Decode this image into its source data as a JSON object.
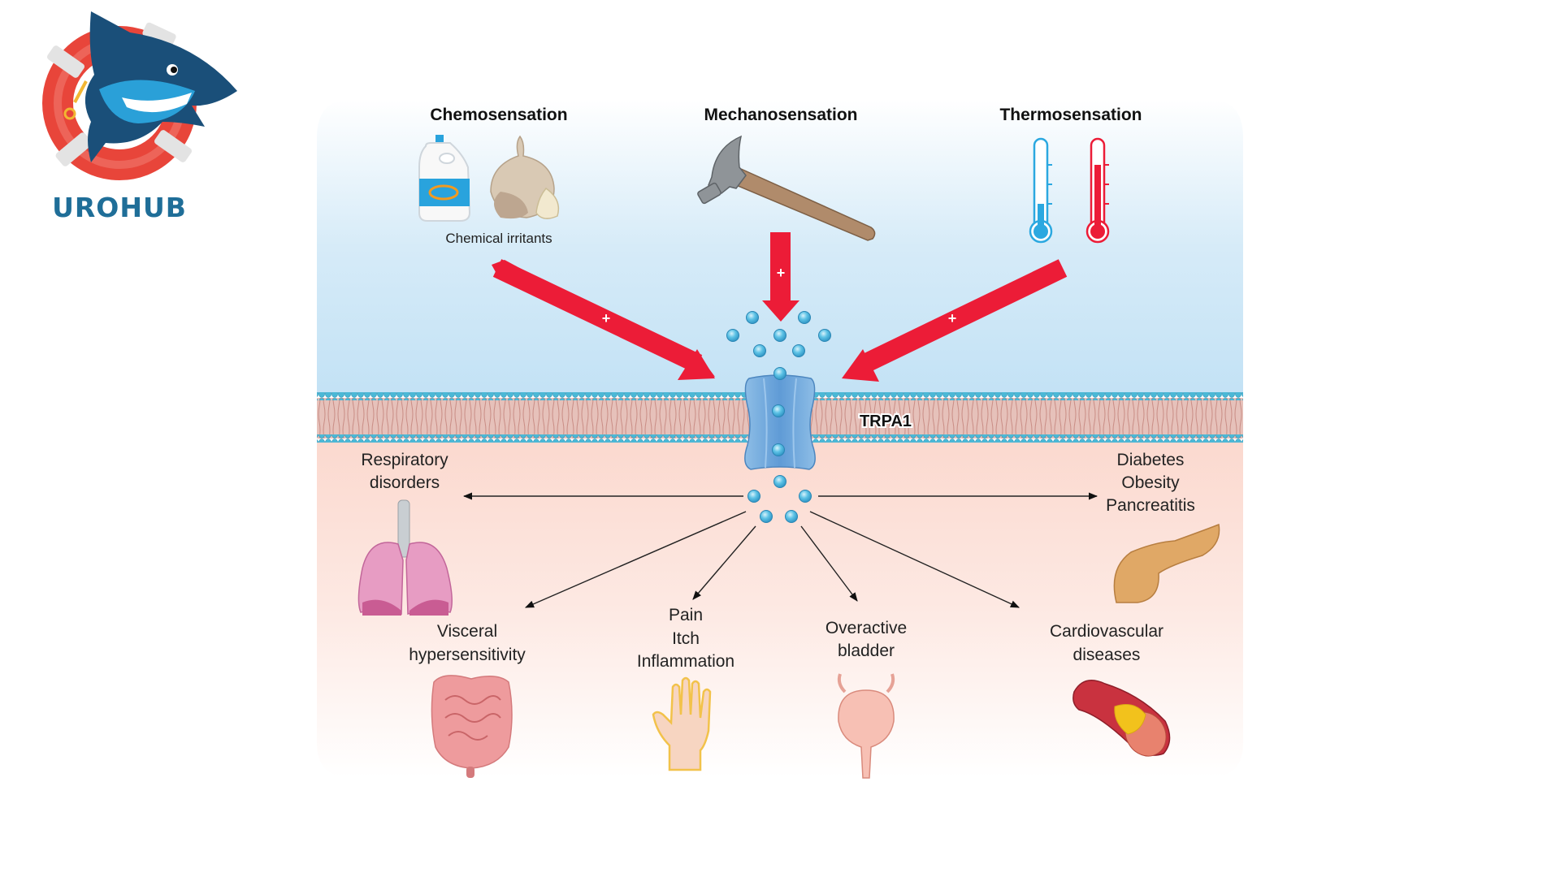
{
  "logo": {
    "brand": "UROHUB",
    "icon": "shark-lifebuoy-logo"
  },
  "diagram": {
    "stimuli": [
      {
        "title": "Chemosensation",
        "caption": "Chemical irritants",
        "icons": [
          "bleach-bottle-icon",
          "garlic-icon"
        ],
        "effect": "+"
      },
      {
        "title": "Mechanosensation",
        "caption": "",
        "icons": [
          "hammer-icon"
        ],
        "effect": "+"
      },
      {
        "title": "Thermosensation",
        "caption": "",
        "icons": [
          "cold-thermometer-icon",
          "hot-thermometer-icon"
        ],
        "effect": "+"
      }
    ],
    "channel_label": "TRPA1",
    "outcomes": [
      {
        "lines": [
          "Respiratory",
          "disorders"
        ],
        "icon": "lungs-icon"
      },
      {
        "lines": [
          "Diabetes",
          "Obesity",
          "Pancreatitis"
        ],
        "icon": "pancreas-icon"
      },
      {
        "lines": [
          "Visceral",
          "hypersensitivity"
        ],
        "icon": "intestine-icon"
      },
      {
        "lines": [
          "Pain",
          "Itch",
          "Inflammation"
        ],
        "icon": "hand-icon"
      },
      {
        "lines": [
          "Overactive",
          "bladder"
        ],
        "icon": "bladder-icon"
      },
      {
        "lines": [
          "Cardiovascular",
          "diseases"
        ],
        "icon": "artery-plaque-icon"
      }
    ],
    "colors": {
      "extracellular": "#c3e2f5",
      "intracellular": "#fce4dc",
      "arrow": "#ec1c37",
      "ion": "#4ab3dc",
      "channel": "#7fb2e0",
      "membrane_head": "#4bb8d6",
      "membrane_tail": "#e3b9b3"
    }
  }
}
